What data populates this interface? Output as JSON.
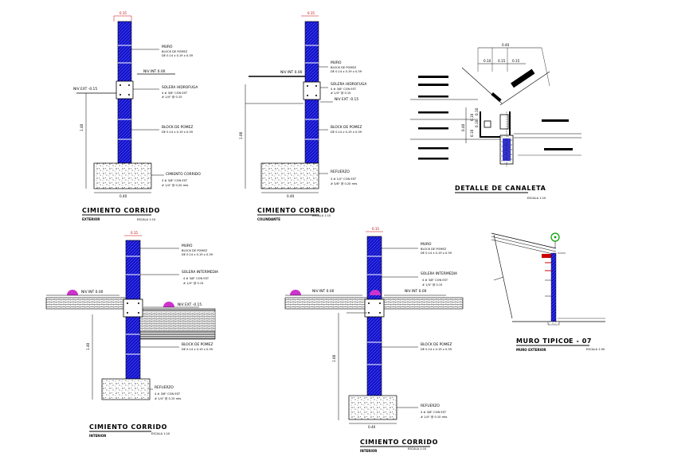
{
  "colors": {
    "block": "#1212c8",
    "dimension_red": "#cc0000",
    "level_marker": "#cc33cc",
    "marker_green": "#00a000",
    "line": "#000000"
  },
  "det1": {
    "top_dim": "0.15",
    "muro": "MURO",
    "muro_spec1": "BLOCK DE POMEZ",
    "muro_spec2": "DE 0.14 x 0.19 x 0.39",
    "nv_int": "NIV INT 0.00",
    "nv_ext": "NIV EXT -0.15",
    "solera": "SOLERA HIDROFUGA",
    "solera_spec1": "4 # 3/8\" CON EST",
    "solera_spec2": "# 1/4\" @ 0.15",
    "block": "BLOCK DE POMEZ",
    "block_spec": "DE 0.14 x 0.19 x 0.39",
    "height": "1.40",
    "cimiento": "CIMIENTO CORRIDO",
    "cim_spec1": "3 # 3/8\" CON EST",
    "cim_spec2": "# 1/4\" @ 0.20 mts",
    "base": "0.40",
    "title": "CIMIENTO CORRIDO",
    "subtitle": "EXTERIOR",
    "scale": "ESCALA 1:10"
  },
  "det2": {
    "top_dim": "0.15",
    "muro": "MURO",
    "muro_spec1": "BLOCK DE POMEZ",
    "muro_spec2": "DE 0.14 x 0.19 x 0.39",
    "nv_int": "NIV INT 0.00",
    "solera": "SOLERA HIDROFUGA",
    "solera_spec1": "4 # 3/8\" CON EST",
    "solera_spec2": "# 1/4\" @ 0.15",
    "nv_ext": "NIV EXT -0.15",
    "block": "BLOCK DE POMEZ",
    "block_spec": "DE 0.14 x 0.19 x 0.39",
    "height": "1.00",
    "refuerzo": "REFUERZO",
    "ref_spec1": "3 # 1/2\" CON EST",
    "ref_spec2": "# 3/8\" @ 0.20 mts",
    "base": "0.40",
    "title": "CIMIENTO CORRIDO",
    "subtitle": "COLINDANTE",
    "scale": "ESCALA 1:10"
  },
  "det3": {
    "top_dims": [
      "0.40",
      "0.10",
      "0.15",
      "0.15"
    ],
    "side_dims": [
      "0.40",
      "0.10",
      "0.10",
      "0.10",
      "0.10"
    ],
    "title": "DETALLE DE CANALETA",
    "scale": "ESCALA 1:10"
  },
  "det4": {
    "top_dim": "0.15",
    "muro": "MURO",
    "muro_spec1": "BLOCK DE POMEZ",
    "muro_spec2": "DE 0.14 x 0.19 x 0.39",
    "nv_int": "NIV INT 0.00",
    "solera": "SOLERA INTERMEDIA",
    "solera_spec1": "4 # 3/8\" CON EST",
    "solera_spec2": "# 1/4\" @ 0.15",
    "nv_ext": "NIV EXT -0.15",
    "block": "BLOCK DE POMEZ",
    "block_spec": "DE 0.14 x 0.19 x 0.39",
    "height": "1.40",
    "refuerzo": "REFUERZO",
    "ref_spec1": "4 # 3/8\" CON EST",
    "ref_spec2": "# 1/4\" @ 0.15 mts",
    "title": "CIMIENTO CORRIDO",
    "subtitle": "INTERIOR",
    "scale": "ESCALA 1:10"
  },
  "det5": {
    "top_dim": "0.15",
    "muro": "MURO",
    "muro_spec1": "BLOCK DE POMEZ",
    "muro_spec2": "DE 0.14 x 0.19 x 0.39",
    "nv_int_left": "NIV INT 0.00",
    "solera": "SOLERA INTERMEDIA",
    "solera_spec1": "4 # 3/8\" CON EST",
    "solera_spec2": "# 1/4\" @ 0.15",
    "nv_int_right": "NIV INT 0.00",
    "block": "BLOCK DE POMEZ",
    "block_spec": "DE 0.14 x 0.19 x 0.39",
    "height": "1.00",
    "refuerzo": "REFUERZO",
    "ref_spec1": "4 # 3/8\" CON EST",
    "ref_spec2": "# 1/4\" @ 0.10 mts",
    "base": "0.40",
    "title": "CIMIENTO CORRIDO",
    "subtitle": "INTERIOR",
    "scale": "ESCALA 1:10"
  },
  "det6": {
    "title": "MURO TIPICO",
    "ref": "E - 07",
    "subtitle": "MURO EXTERIOR",
    "scale": "ESCALA 1:50"
  }
}
